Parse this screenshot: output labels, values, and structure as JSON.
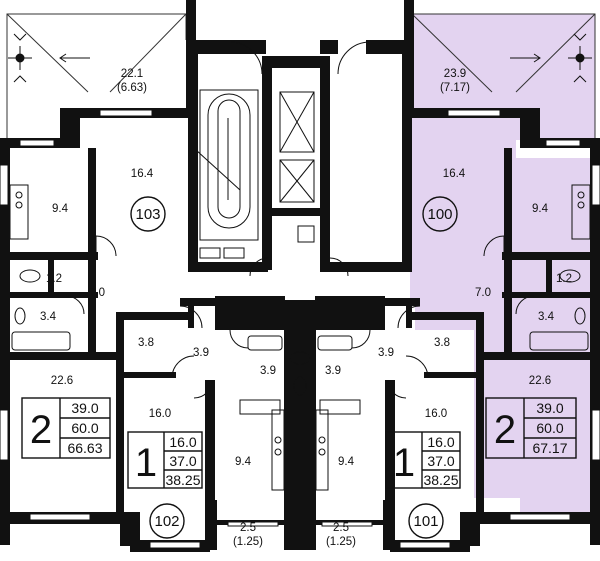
{
  "colors": {
    "highlight": "#e3d3f0",
    "wall": "#111111",
    "line": "#333333",
    "background": "#ffffff"
  },
  "rooms": {
    "balcony_left_area": "22.1",
    "balcony_left_sub": "(6.63)",
    "balcony_right_area": "23.9",
    "balcony_right_sub": "(7.17)",
    "room_103_area": "16.4",
    "room_100_area": "16.4",
    "kitchen_left_area": "9.4",
    "kitchen_right_area": "9.4",
    "wc_left_area": "1.2",
    "wc_right_area": "1.2",
    "hall_left_area": "7.0",
    "hall_right_area": "7.0",
    "bath_left_area": "3.4",
    "bath_right_area": "3.4",
    "living_left_area": "22.6",
    "living_right_area": "22.6",
    "store_left_area": "3.8",
    "store_right_area": "3.8",
    "corr_left_area": "3.9",
    "corr_right_area": "3.9",
    "bath_center_left_area": "3.9",
    "bath_center_right_area": "3.9",
    "room_102_area": "16.0",
    "room_101_area": "16.0",
    "kitchen_center_left_area": "9.4",
    "kitchen_center_right_area": "9.4",
    "loggia_left_area": "2.5",
    "loggia_left_sub": "(1.25)",
    "loggia_right_area": "2.5",
    "loggia_right_sub": "(1.25)"
  },
  "apartments": {
    "a103": {
      "number": "103"
    },
    "a100": {
      "number": "100"
    },
    "a102": {
      "number": "102"
    },
    "a101": {
      "number": "101"
    },
    "left2": {
      "rooms": "2",
      "living": "39.0",
      "total": "60.0",
      "with_balcony": "66.63"
    },
    "right2": {
      "rooms": "2",
      "living": "39.0",
      "total": "60.0",
      "with_balcony": "67.17"
    },
    "left1": {
      "rooms": "1",
      "living": "16.0",
      "total": "37.0",
      "with_balcony": "38.25"
    },
    "right1": {
      "rooms": "1",
      "living": "16.0",
      "total": "37.0",
      "with_balcony": "38.25"
    }
  },
  "icons": [
    "lamp-icon",
    "stair-icon",
    "elevator-icon",
    "door-swing-icon",
    "bathtub-icon",
    "toilet-icon",
    "sink-icon",
    "stove-icon"
  ]
}
